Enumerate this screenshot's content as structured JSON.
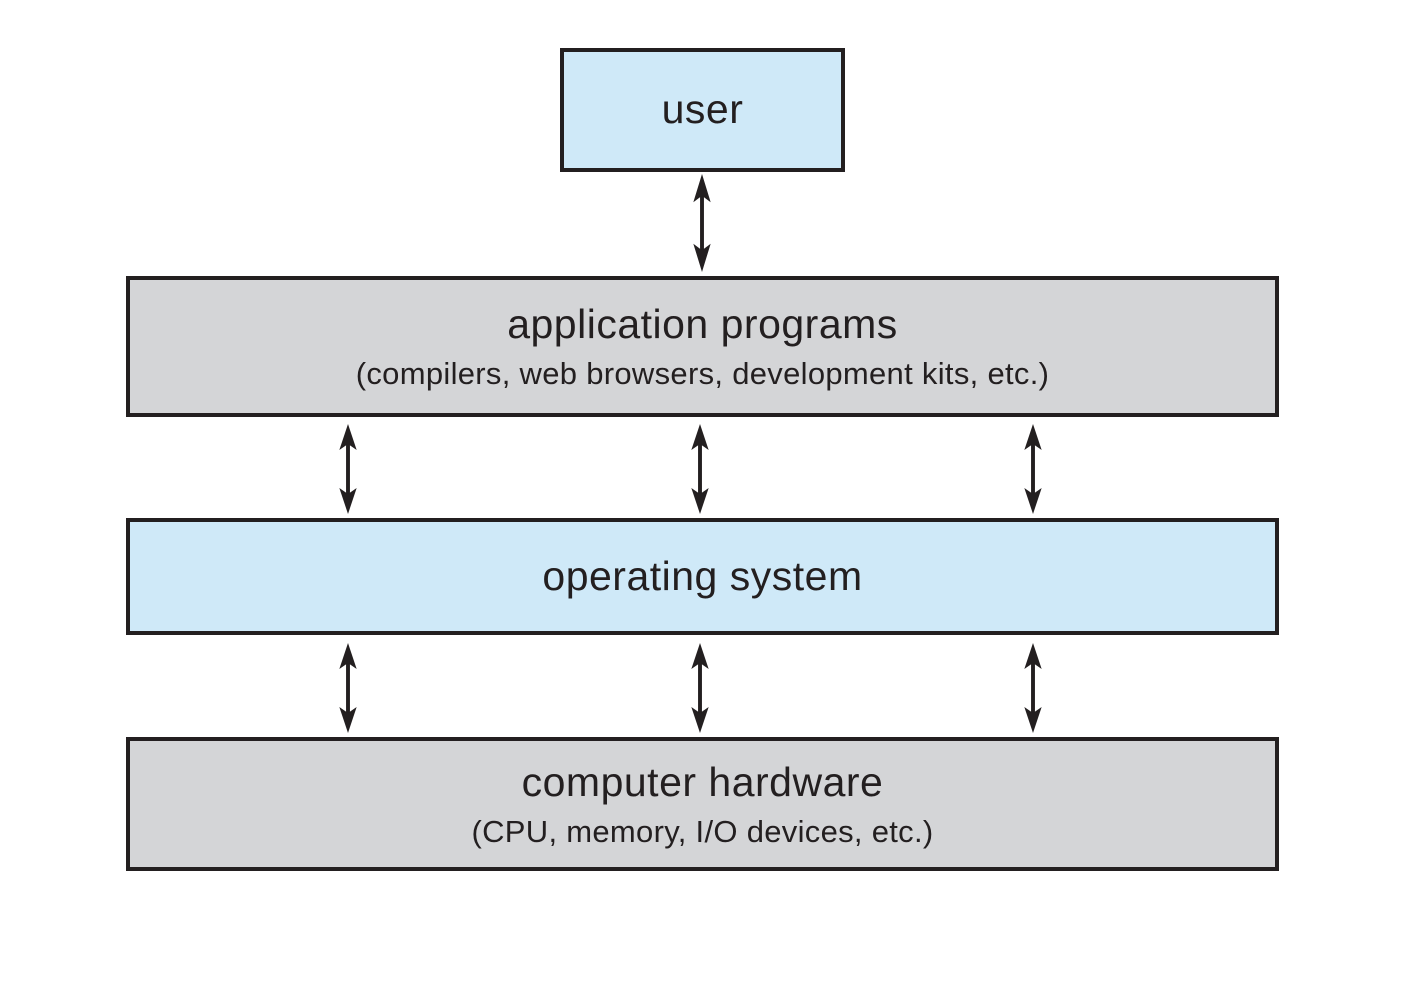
{
  "diagram_title": "layered view of user, application programs, operating system and computer hardware",
  "boxes": {
    "user": {
      "label": "user"
    },
    "application_programs": {
      "label": "application programs",
      "sublabel": "(compilers, web browsers, development kits, etc.)"
    },
    "operating_system": {
      "label": "operating system"
    },
    "computer_hardware": {
      "label": "computer hardware",
      "sublabel": "(CPU, memory, I/O devices, etc.)"
    }
  },
  "connectors": {
    "type": "bidirectional-arrow",
    "count": 7,
    "user_to_application_programs": 1,
    "application_programs_to_operating_system": 3,
    "operating_system_to_computer_hardware": 3
  },
  "colors": {
    "box_blue": "#cfe9f8",
    "box_gray": "#d4d5d7",
    "border": "#231f20",
    "arrow": "#231f20",
    "text": "#231f20",
    "background": "#ffffff"
  }
}
